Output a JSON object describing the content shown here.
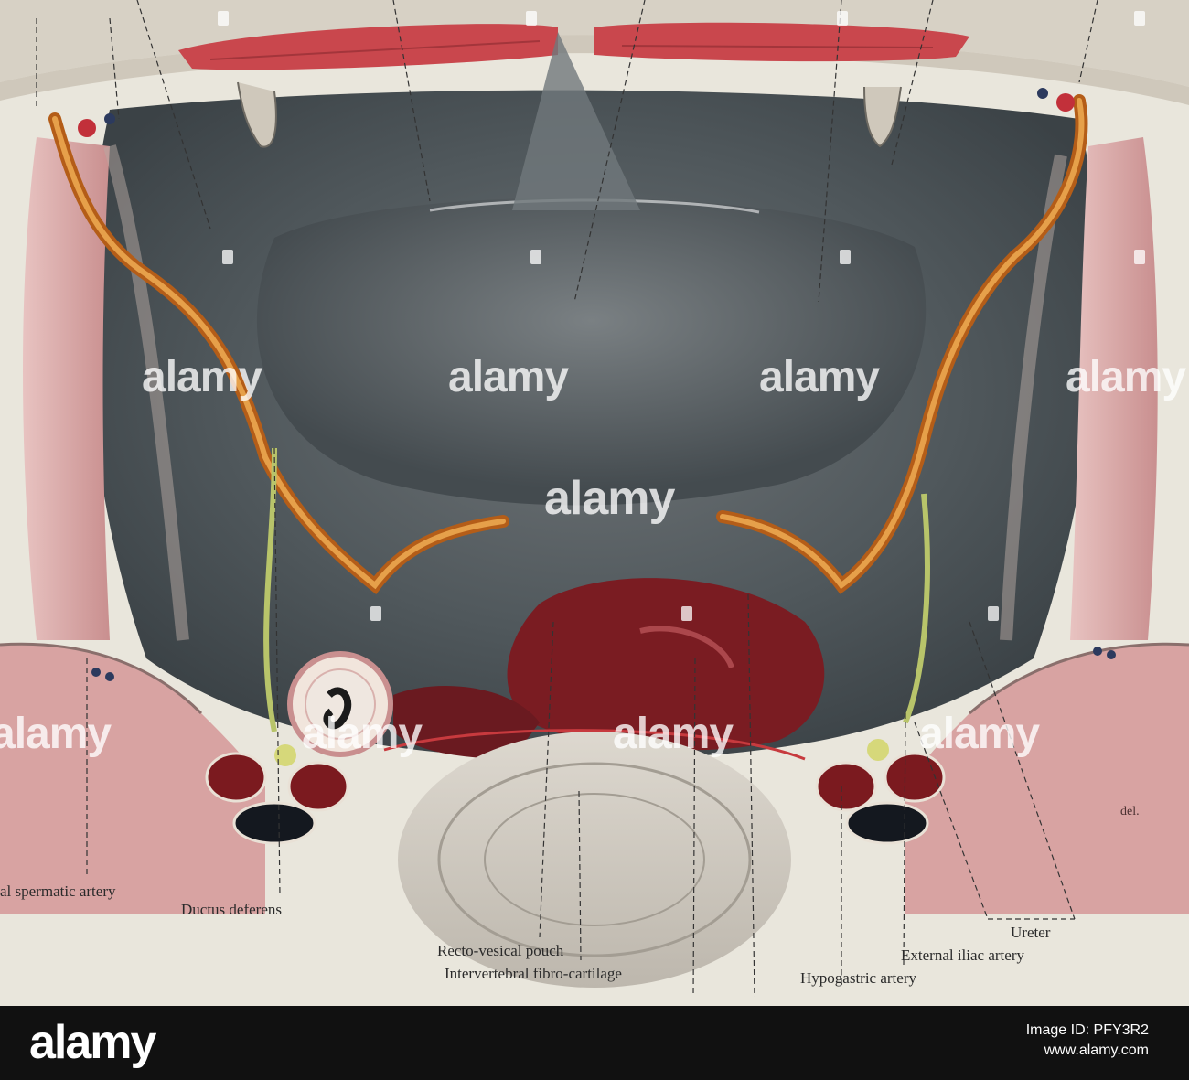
{
  "image": {
    "colors": {
      "background": "#e9e6dc",
      "peritoneum": "#545c60",
      "muscle": "#d9a9a8",
      "artery": "#8a2026",
      "ureter": "#c9751f",
      "vein": "#1e2430",
      "footer": "#111111"
    }
  },
  "labels": {
    "internal_spermatic_artery": "al spermatic artery",
    "ductus_deferens": "Ductus deferens",
    "recto_vesical_pouch": "Recto-vesical pouch",
    "intervertebral_fibro_cartilage": "Intervertebral fibro-cartilage",
    "ureter": "Ureter",
    "external_iliac_artery": "External iliac artery",
    "hypogastric_artery": "Hypogastric artery"
  },
  "watermark": {
    "text": "alamy",
    "signature": "del."
  },
  "footer": {
    "logo": "alamy",
    "image_id_label": "Image ID: PFY3R2",
    "site": "www.alamy.com"
  }
}
